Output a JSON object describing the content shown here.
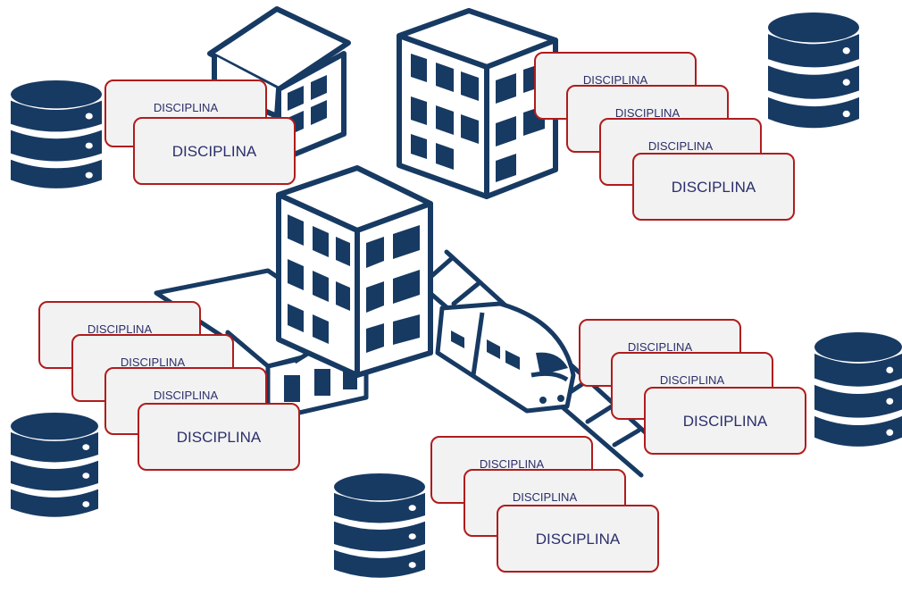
{
  "colors": {
    "navy": "#173a63",
    "card_border": "#b01c1c",
    "card_fill": "#f2f2f2",
    "text": "#2b2f6b"
  },
  "icons": [
    "house-icon",
    "office-building-icon",
    "tower-building-icon",
    "long-building-icon",
    "train-icon",
    "railway-track-icon",
    "database-icon"
  ],
  "groups": [
    {
      "name": "top-left",
      "database": "database-icon",
      "cards": [
        "DISCIPLINA",
        "DISCIPLINA"
      ]
    },
    {
      "name": "top-right",
      "database": "database-icon",
      "cards": [
        "DISCIPLINA",
        "DISCIPLINA",
        "DISCIPLINA",
        "DISCIPLINA"
      ]
    },
    {
      "name": "middle-left",
      "database": "database-icon",
      "cards": [
        "DISCIPLINA",
        "DISCIPLINA",
        "DISCIPLINA",
        "DISCIPLINA"
      ]
    },
    {
      "name": "middle-right",
      "database": "database-icon",
      "cards": [
        "DISCIPLINA",
        "DISCIPLINA",
        "DISCIPLINA"
      ]
    },
    {
      "name": "bottom",
      "database": "database-icon",
      "cards": [
        "DISCIPLINA",
        "DISCIPLINA",
        "DISCIPLINA"
      ]
    }
  ]
}
